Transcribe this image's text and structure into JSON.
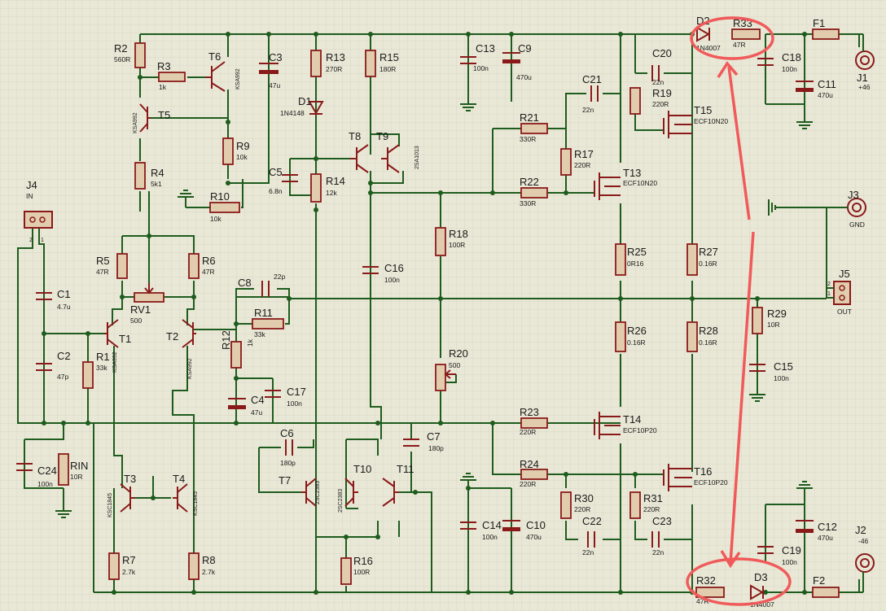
{
  "colors": {
    "background": "#e9e8d6",
    "grid": "#d3d2bf",
    "wire": "#1e5c1e",
    "component": "#8a1a1a",
    "resistor_fill": "#e2ccae",
    "highlight": "#f05a5a"
  },
  "resistors": [
    {
      "id": "R2",
      "ref": "R2",
      "value": "560R"
    },
    {
      "id": "R3",
      "ref": "R3",
      "value": "1k"
    },
    {
      "id": "R4",
      "ref": "R4",
      "value": "5k1"
    },
    {
      "id": "R5",
      "ref": "R5",
      "value": "47R"
    },
    {
      "id": "R6",
      "ref": "R6",
      "value": "47R"
    },
    {
      "id": "R1",
      "ref": "R1",
      "value": "33k"
    },
    {
      "id": "RIN",
      "ref": "RIN",
      "value": "10R"
    },
    {
      "id": "R7",
      "ref": "R7",
      "value": "2.7k"
    },
    {
      "id": "R8",
      "ref": "R8",
      "value": "2.7k"
    },
    {
      "id": "R9",
      "ref": "R9",
      "value": "10k"
    },
    {
      "id": "R10",
      "ref": "R10",
      "value": "10k"
    },
    {
      "id": "R11",
      "ref": "R11",
      "value": "33k"
    },
    {
      "id": "R12",
      "ref": "R12",
      "value": "1k"
    },
    {
      "id": "R13",
      "ref": "R13",
      "value": "270R"
    },
    {
      "id": "R14",
      "ref": "R14",
      "value": "12k"
    },
    {
      "id": "R15",
      "ref": "R15",
      "value": "180R"
    },
    {
      "id": "R16",
      "ref": "R16",
      "value": "100R"
    },
    {
      "id": "R18",
      "ref": "R18",
      "value": "100R"
    },
    {
      "id": "R21",
      "ref": "R21",
      "value": "330R"
    },
    {
      "id": "R22",
      "ref": "R22",
      "value": "330R"
    },
    {
      "id": "R17",
      "ref": "R17",
      "value": "220R"
    },
    {
      "id": "R19",
      "ref": "R19",
      "value": "220R"
    },
    {
      "id": "R23",
      "ref": "R23",
      "value": "220R"
    },
    {
      "id": "R24",
      "ref": "R24",
      "value": "220R"
    },
    {
      "id": "R30",
      "ref": "R30",
      "value": "220R"
    },
    {
      "id": "R31",
      "ref": "R31",
      "value": "220R"
    },
    {
      "id": "R25",
      "ref": "R25",
      "value": "0R16"
    },
    {
      "id": "R26",
      "ref": "R26",
      "value": "0.16R"
    },
    {
      "id": "R27",
      "ref": "R27",
      "value": "0.16R"
    },
    {
      "id": "R28",
      "ref": "R28",
      "value": "0.16R"
    },
    {
      "id": "R29",
      "ref": "R29",
      "value": "10R"
    },
    {
      "id": "R32",
      "ref": "R32",
      "value": "47R"
    },
    {
      "id": "R33",
      "ref": "R33",
      "value": "47R"
    }
  ],
  "capacitors": [
    {
      "id": "C1",
      "ref": "C1",
      "value": "4.7u"
    },
    {
      "id": "C2",
      "ref": "C2",
      "value": "47p"
    },
    {
      "id": "C24",
      "ref": "C24",
      "value": "100n"
    },
    {
      "id": "C3",
      "ref": "C3",
      "value": "47u"
    },
    {
      "id": "C4",
      "ref": "C4",
      "value": "47u"
    },
    {
      "id": "C5",
      "ref": "C5",
      "value": "6.8n"
    },
    {
      "id": "C6",
      "ref": "C6",
      "value": "180p"
    },
    {
      "id": "C7",
      "ref": "C7",
      "value": "180p"
    },
    {
      "id": "C8",
      "ref": "C8",
      "value": "22p"
    },
    {
      "id": "C16",
      "ref": "C16",
      "value": "100n"
    },
    {
      "id": "C17",
      "ref": "C17",
      "value": "100n"
    },
    {
      "id": "C13",
      "ref": "C13",
      "value": "100n"
    },
    {
      "id": "C9",
      "ref": "C9",
      "value": "470u"
    },
    {
      "id": "C14",
      "ref": "C14",
      "value": "100n"
    },
    {
      "id": "C10",
      "ref": "C10",
      "value": "470u"
    },
    {
      "id": "C20",
      "ref": "C20",
      "value": "22n"
    },
    {
      "id": "C21",
      "ref": "C21",
      "value": "22n"
    },
    {
      "id": "C22",
      "ref": "C22",
      "value": "22n"
    },
    {
      "id": "C23",
      "ref": "C23",
      "value": "22n"
    },
    {
      "id": "C18",
      "ref": "C18",
      "value": "100n"
    },
    {
      "id": "C11",
      "ref": "C11",
      "value": "470u"
    },
    {
      "id": "C19",
      "ref": "C19",
      "value": "100n"
    },
    {
      "id": "C12",
      "ref": "C12",
      "value": "470u"
    },
    {
      "id": "C15",
      "ref": "C15",
      "value": "100n"
    }
  ],
  "transistors": [
    {
      "id": "T1",
      "ref": "T1",
      "part": "KSA992"
    },
    {
      "id": "T2",
      "ref": "T2",
      "part": "KSA992"
    },
    {
      "id": "T3",
      "ref": "T3",
      "part": "KSC1845"
    },
    {
      "id": "T4",
      "ref": "T4",
      "part": "KSC1845"
    },
    {
      "id": "T5",
      "ref": "T5",
      "part": "KSA992"
    },
    {
      "id": "T6",
      "ref": "T6",
      "part": "KSA992"
    },
    {
      "id": "T7",
      "ref": "T7",
      "part": "2SC2383"
    },
    {
      "id": "T8",
      "ref": "T8",
      "part": ""
    },
    {
      "id": "T9",
      "ref": "T9",
      "part": "2SA1013"
    },
    {
      "id": "T10",
      "ref": "T10",
      "part": "2SC2383"
    },
    {
      "id": "T11",
      "ref": "T11",
      "part": ""
    },
    {
      "id": "T13",
      "ref": "T13",
      "part": "ECF10N20"
    },
    {
      "id": "T14",
      "ref": "T14",
      "part": "ECF10P20"
    },
    {
      "id": "T15",
      "ref": "T15",
      "part": "ECF10N20"
    },
    {
      "id": "T16",
      "ref": "T16",
      "part": "ECF10P20"
    }
  ],
  "diodes": [
    {
      "id": "D1",
      "ref": "D1",
      "part": "1N4148"
    },
    {
      "id": "D2",
      "ref": "D2",
      "part": "1N4007"
    },
    {
      "id": "D3",
      "ref": "D3",
      "part": "1N4007"
    }
  ],
  "fuses": [
    {
      "id": "F1",
      "ref": "F1"
    },
    {
      "id": "F2",
      "ref": "F2"
    }
  ],
  "pots": [
    {
      "id": "RV1",
      "ref": "RV1",
      "value": "500"
    },
    {
      "id": "R20",
      "ref": "R20",
      "value": "500"
    }
  ],
  "connectors": [
    {
      "id": "J1",
      "ref": "J1",
      "label": "+46"
    },
    {
      "id": "J2",
      "ref": "J2",
      "label": "-46"
    },
    {
      "id": "J3",
      "ref": "J3",
      "label": "GND"
    },
    {
      "id": "J4",
      "ref": "J4",
      "label": "IN",
      "pin1": "1",
      "pin2": "2"
    },
    {
      "id": "J5",
      "ref": "J5",
      "label": "OUT",
      "pin1": "1",
      "pin2": "2"
    }
  ]
}
